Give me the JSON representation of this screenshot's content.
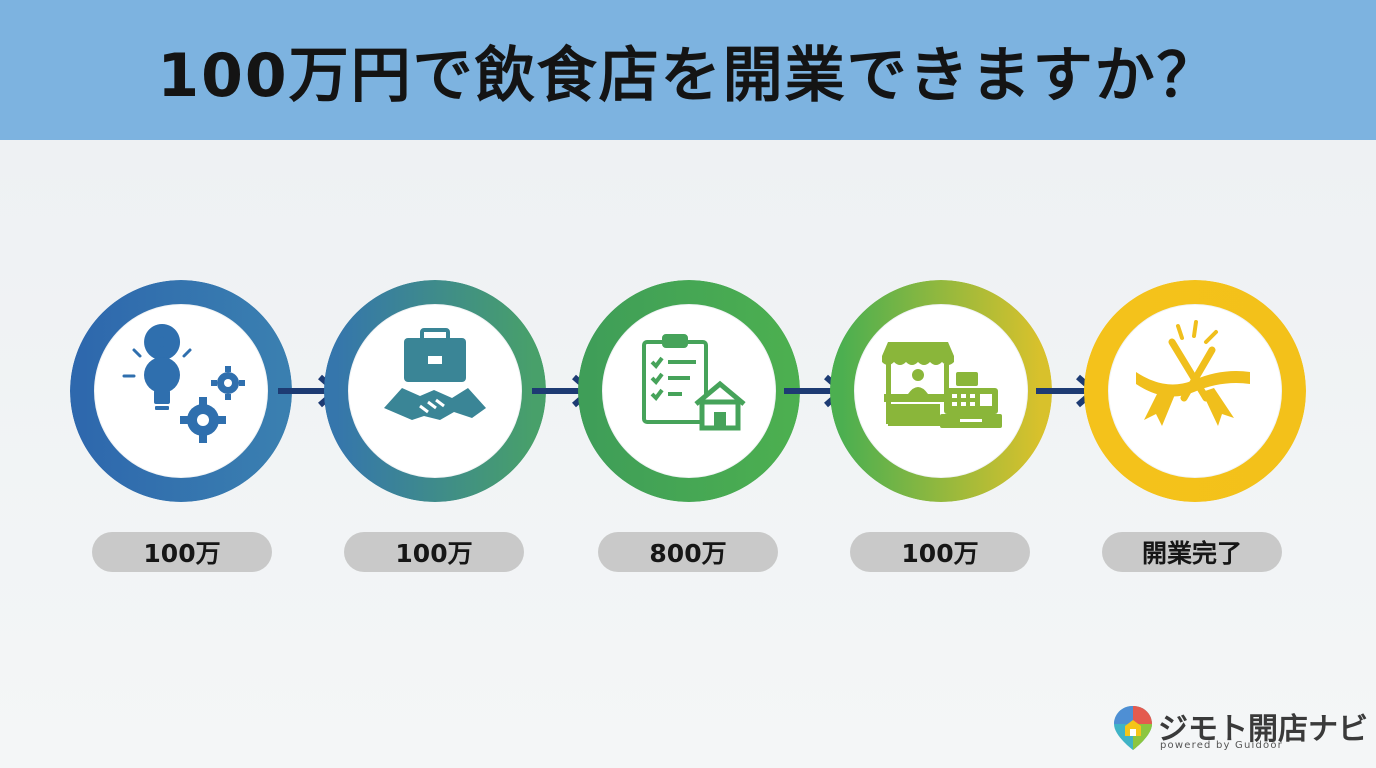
{
  "title": "100万円で飲食店を開業できますか？",
  "steps": [
    {
      "icon": "lightbulb-gears-icon",
      "label": "100万",
      "color": "#2f6fae"
    },
    {
      "icon": "briefcase-handshake-icon",
      "label": "100万",
      "color": "#3f8f90"
    },
    {
      "icon": "checklist-house-icon",
      "label": "800万",
      "color": "#44a85a"
    },
    {
      "icon": "food-stall-register-icon",
      "label": "100万",
      "color": "#8fbf3a"
    },
    {
      "icon": "ribbon-cutting-icon",
      "label": "開業完了",
      "color": "#f2c11a"
    }
  ],
  "brand": {
    "name": "ジモト開店ナビ",
    "sub": "powered by Guidoor"
  }
}
